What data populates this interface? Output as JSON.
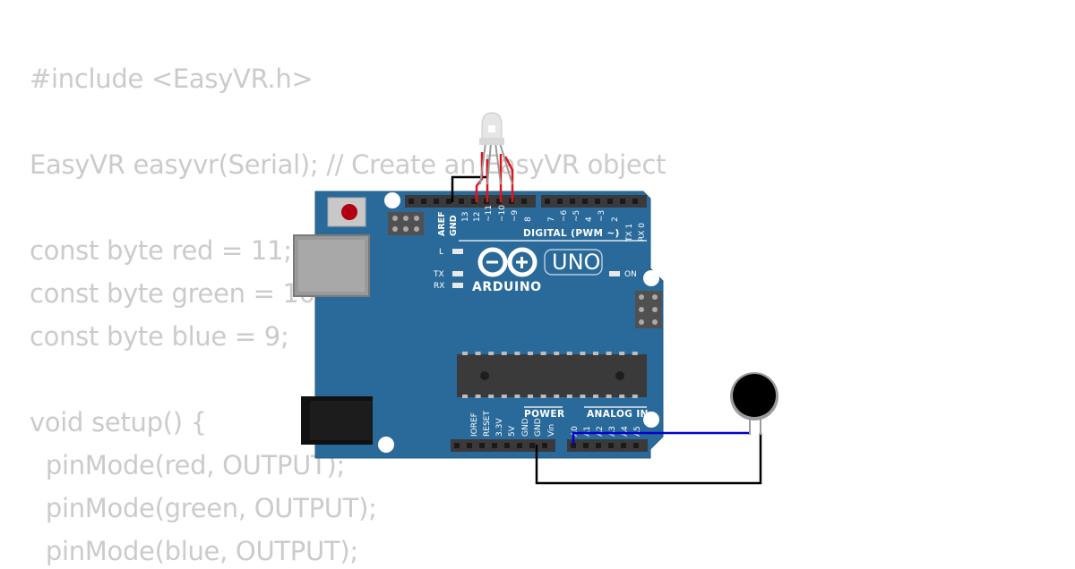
{
  "code": {
    "lines": [
      "#include <EasyVR.h>",
      "",
      "EasyVR easyvr(Serial); // Create an EasyVR object",
      "",
      "const byte red = 11;",
      "const byte green = 10;",
      "const byte blue = 9;",
      "",
      "void setup() {",
      "  pinMode(red, OUTPUT);",
      "  pinMode(green, OUTPUT);",
      "  pinMode(blue, OUTPUT);"
    ]
  },
  "board": {
    "brand": "ARDUINO",
    "model": "UNO",
    "digital_header": "DIGITAL (PWM ~)",
    "power_header": "POWER",
    "analog_header": "ANALOG IN",
    "on_label": "ON",
    "l_label": "L",
    "tx_label": "TX",
    "rx_label": "RX",
    "digital_pins": [
      "AREF",
      "GND",
      "13",
      "12",
      "~11",
      "~10",
      "~9",
      "8",
      "7",
      "~6",
      "~5",
      "4",
      "~3",
      "2",
      "TX 1",
      "RX 0"
    ],
    "power_pins": [
      "IOREF",
      "RESET",
      "3.3V",
      "5V",
      "GND",
      "GND",
      "Vin"
    ],
    "analog_pins": [
      "A0",
      "A1",
      "A2",
      "A3",
      "A4",
      "A5"
    ]
  },
  "colors": {
    "board": "#2a6a9a",
    "wire_black": "#000000",
    "wire_red": "#e0141c",
    "wire_blue": "#0000cc",
    "code_text": "#cbcbcb"
  },
  "components": {
    "led": "rgb-led-common-cathode",
    "microphone": "electret-microphone"
  }
}
